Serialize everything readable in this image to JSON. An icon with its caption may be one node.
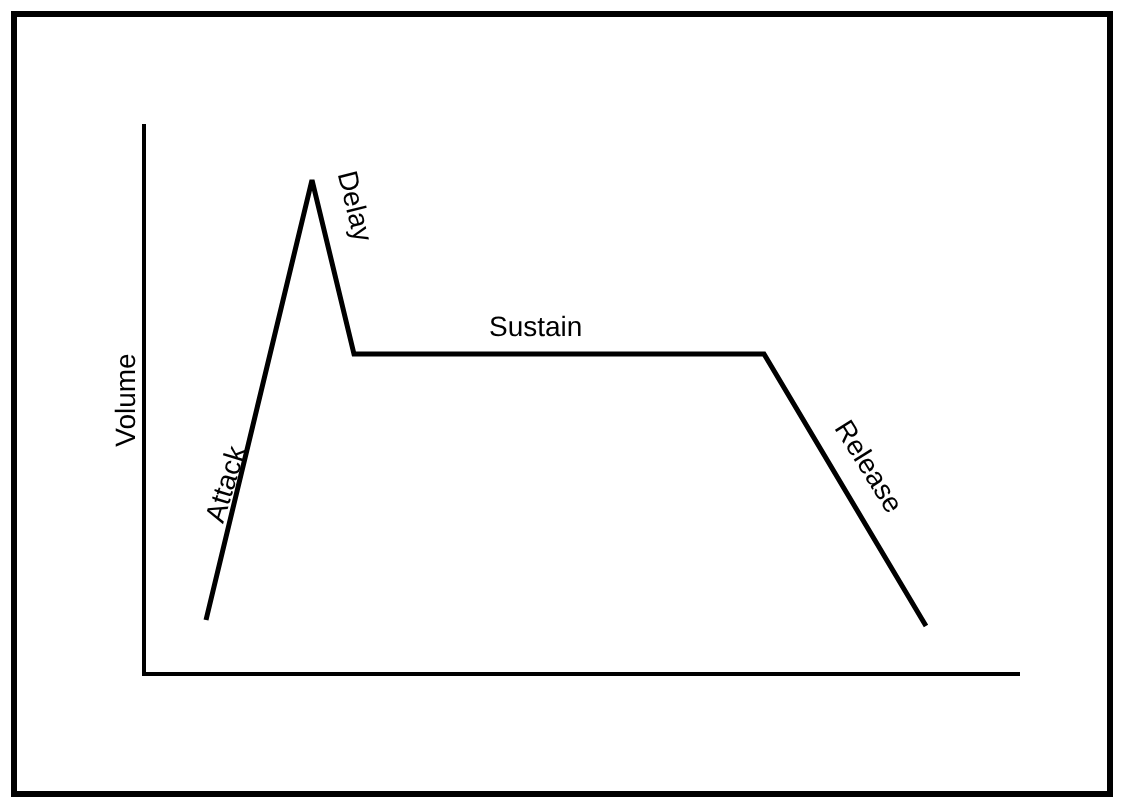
{
  "diagram": {
    "labels": [
      "Volume",
      "Attack",
      "Delay",
      "Sustain",
      "Release"
    ]
  }
}
